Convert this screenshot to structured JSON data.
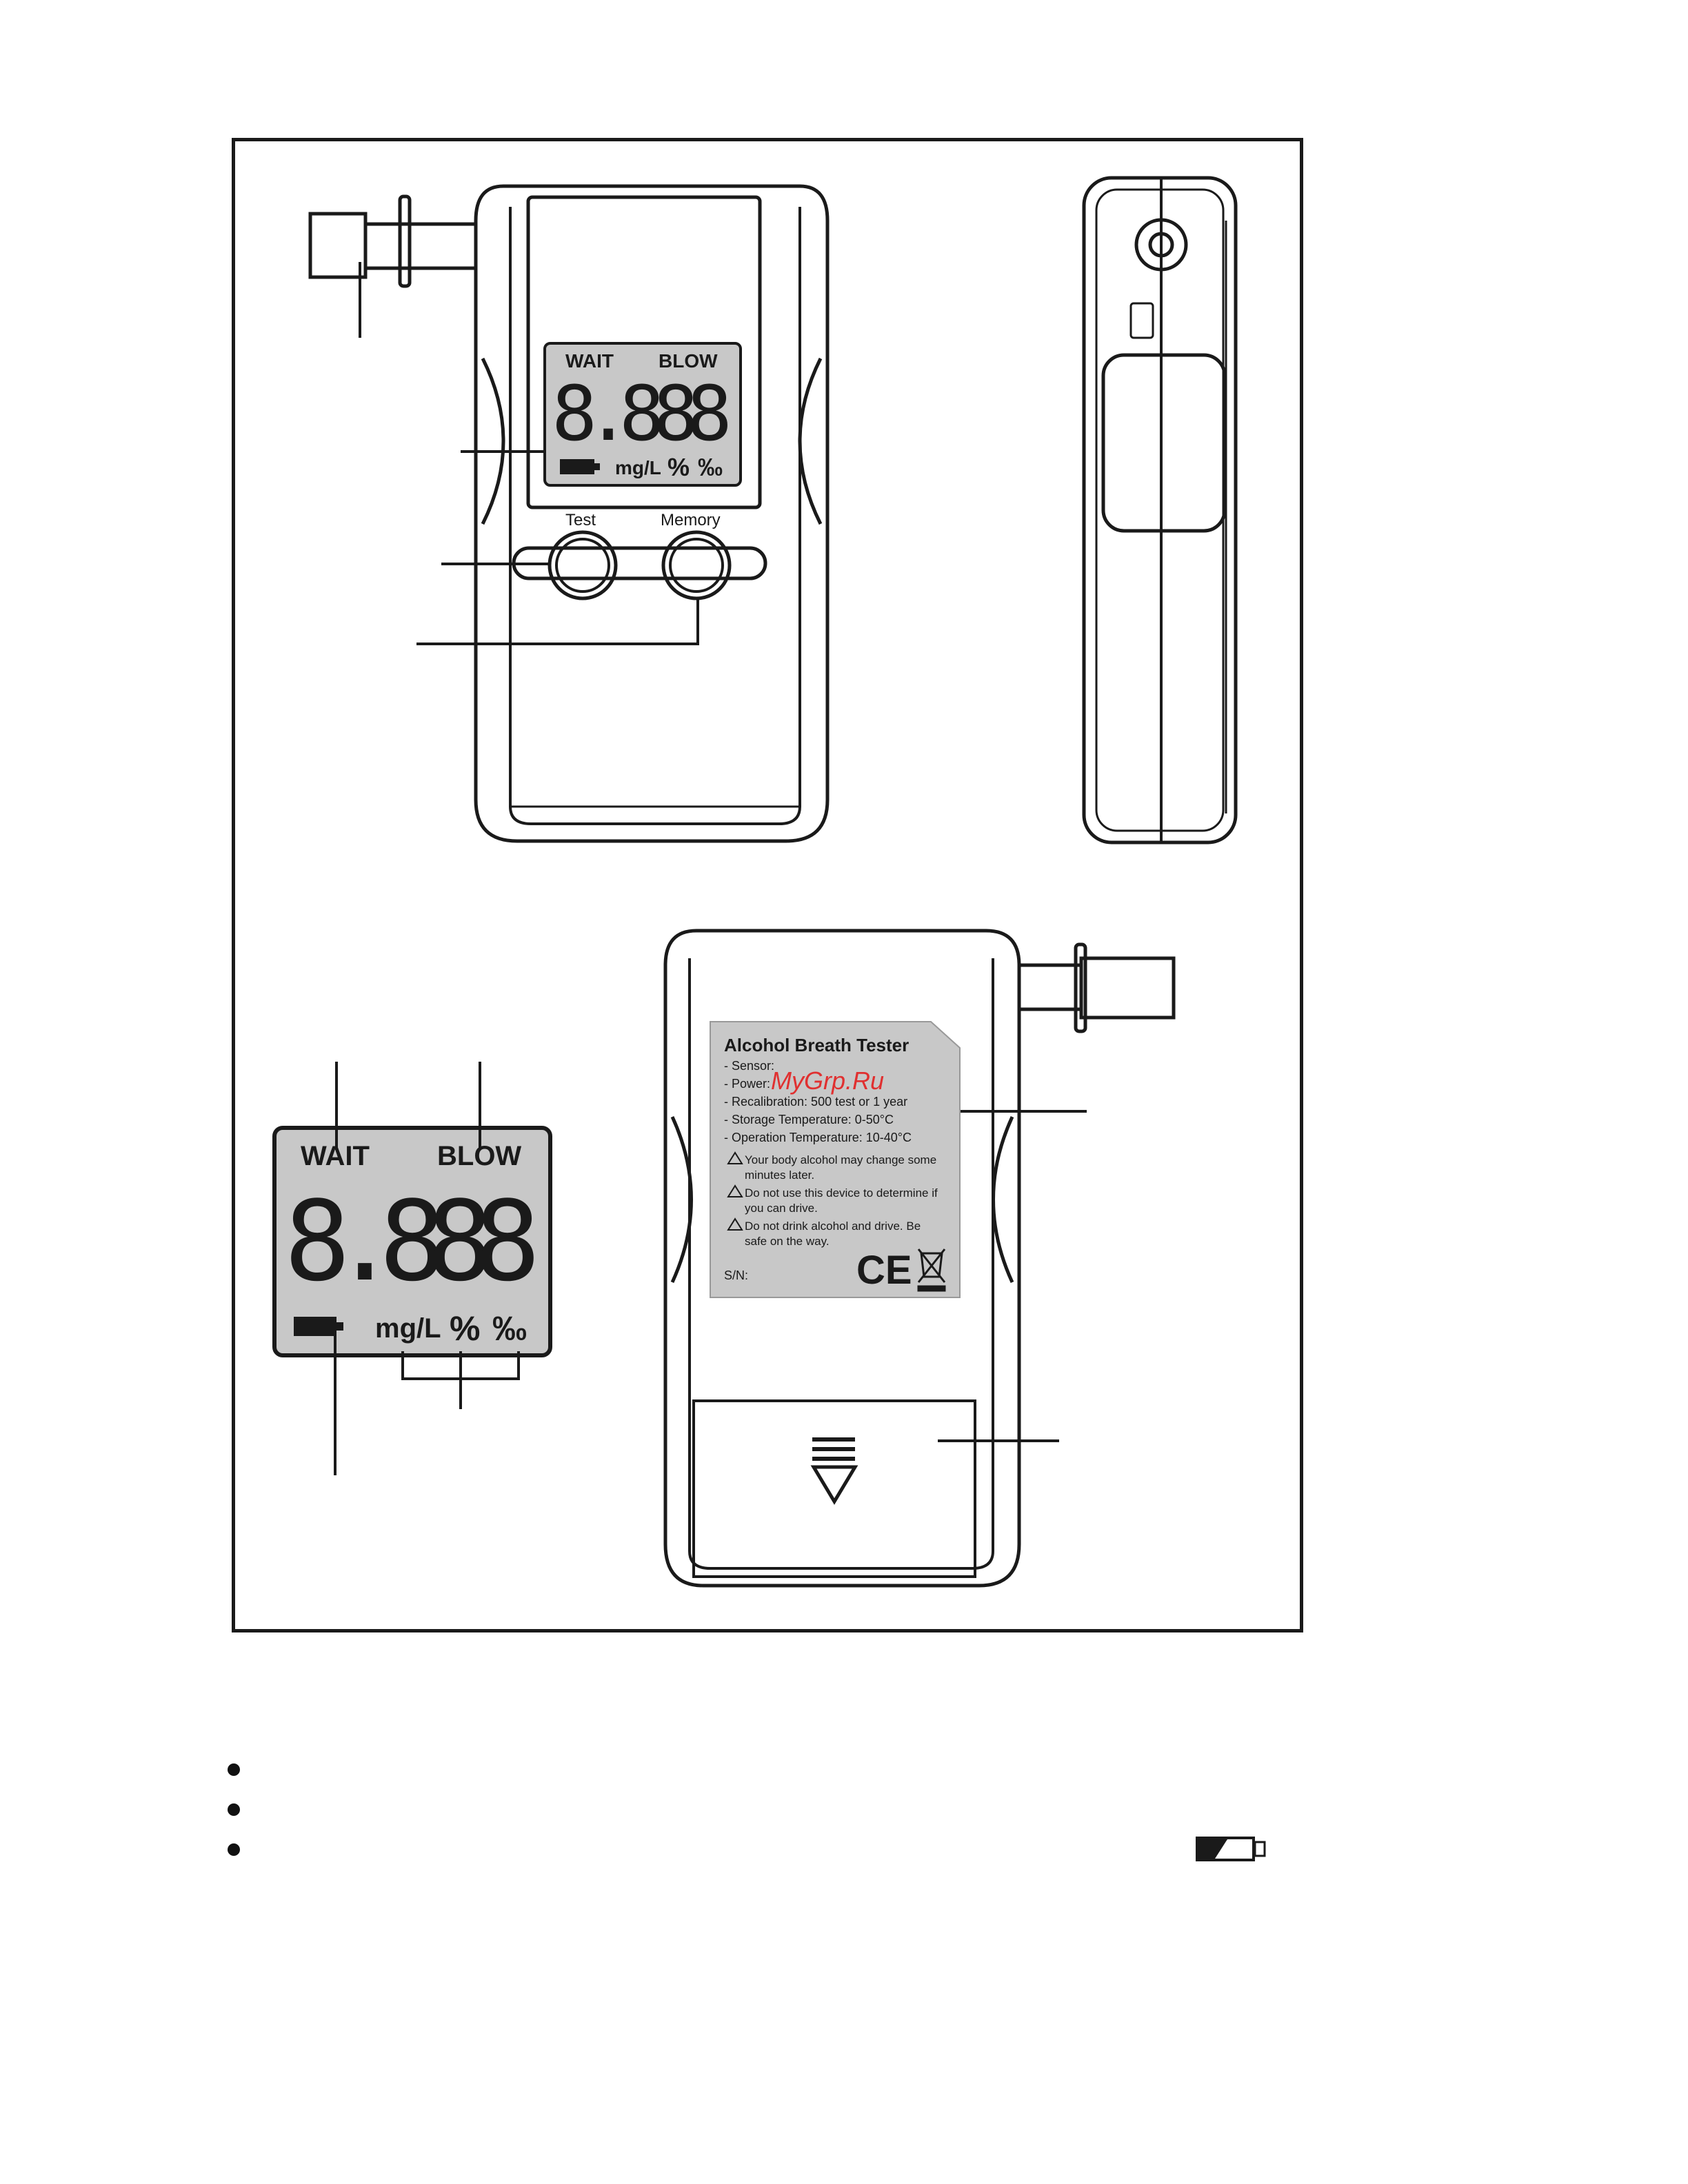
{
  "front_view": {
    "lcd": {
      "wait": "WAIT",
      "blow": "BLOW",
      "digits": "8.888",
      "unit_mgl": "mg/L",
      "unit_pct": "%",
      "unit_permille": "‰"
    },
    "buttons": {
      "test": "Test",
      "memory": "Memory"
    }
  },
  "lcd_detail": {
    "wait": "WAIT",
    "blow": "BLOW",
    "digits": "8.888",
    "unit_mgl": "mg/L",
    "unit_pct": "%",
    "unit_permille": "‰"
  },
  "back_label": {
    "title": "Alcohol Breath Tester",
    "specs": [
      "- Sensor:",
      "- Power:",
      "- Recalibration: 500 test or 1 year",
      "- Storage Temperature: 0-50°C",
      "- Operation Temperature: 10-40°C"
    ],
    "warnings": [
      [
        "Your body alcohol may change some",
        "minutes later."
      ],
      [
        "Do not use this device to determine if",
        "you can drive."
      ],
      [
        "Do not drink alcohol and drive. Be",
        "safe on the way."
      ]
    ],
    "serial_label": "S/N:",
    "ce_mark": "CE"
  },
  "watermark": "MyGrp.Ru",
  "bullet_count": 3
}
